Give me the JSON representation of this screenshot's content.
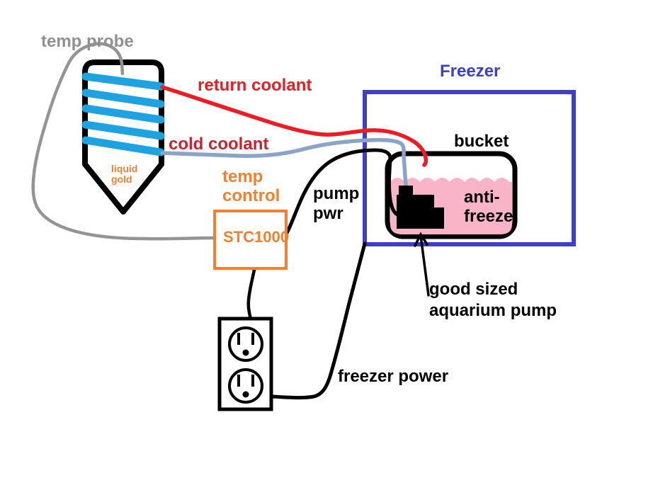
{
  "diagram": {
    "labels": {
      "temp_probe": "temp probe",
      "return_coolant": "return coolant",
      "cold_coolant": "cold coolant",
      "freezer": "Freezer",
      "bucket": "bucket",
      "anti_freeze": "anti-\nfreeze",
      "liquid_gold": "liquid\ngold",
      "temp_control": "temp\ncontrol",
      "stc1000": "STC1000",
      "pump_pwr": "pump\npwr",
      "freezer_power": "freezer power",
      "aquarium_pump": "good sized\naquarium pump"
    },
    "colors": {
      "coil_blue": "#1EA3E0",
      "freezer_blue": "#3C3FC9",
      "return_coolant_red": "#ED1C24",
      "cold_coolant_text_red": "#C8232F",
      "coolant_line_slate": "#8AA4C6",
      "antifreeze_pink": "#F9B4C8",
      "controller_orange": "#F28030",
      "probe_wire_gray": "#949494",
      "wire_black": "#000000"
    }
  }
}
